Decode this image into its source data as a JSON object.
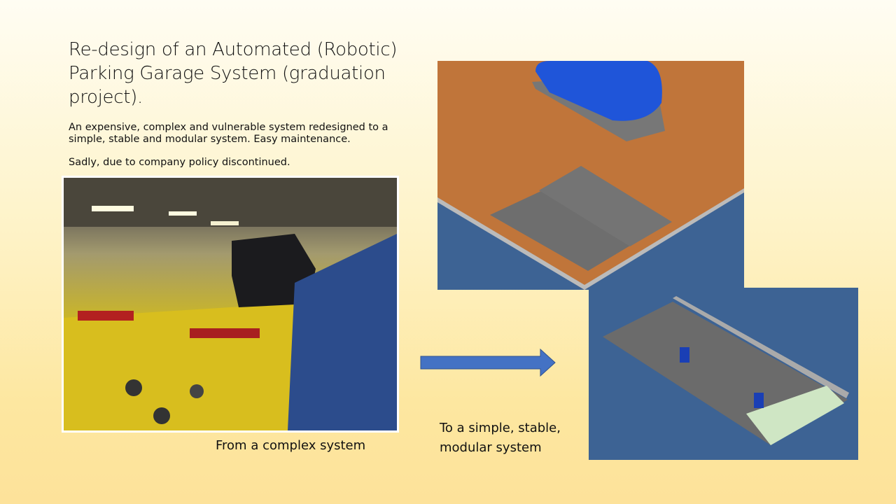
{
  "slide": {
    "title": "Re-design of an Automated (Robotic) Parking Garage System (graduation project).",
    "body_paragraph_1": "An expensive, complex and vulnerable system redesigned to a simple, stable and modular system. Easy maintenance.",
    "body_paragraph_2": "Sadly, due to company policy discontinued.",
    "caption_left": "From a complex system",
    "caption_right": "To a simple, stable, modular system"
  },
  "colors": {
    "arrow": "#4472c4",
    "cad_floor": "#c0753a",
    "cad_background": "#3d6394"
  }
}
